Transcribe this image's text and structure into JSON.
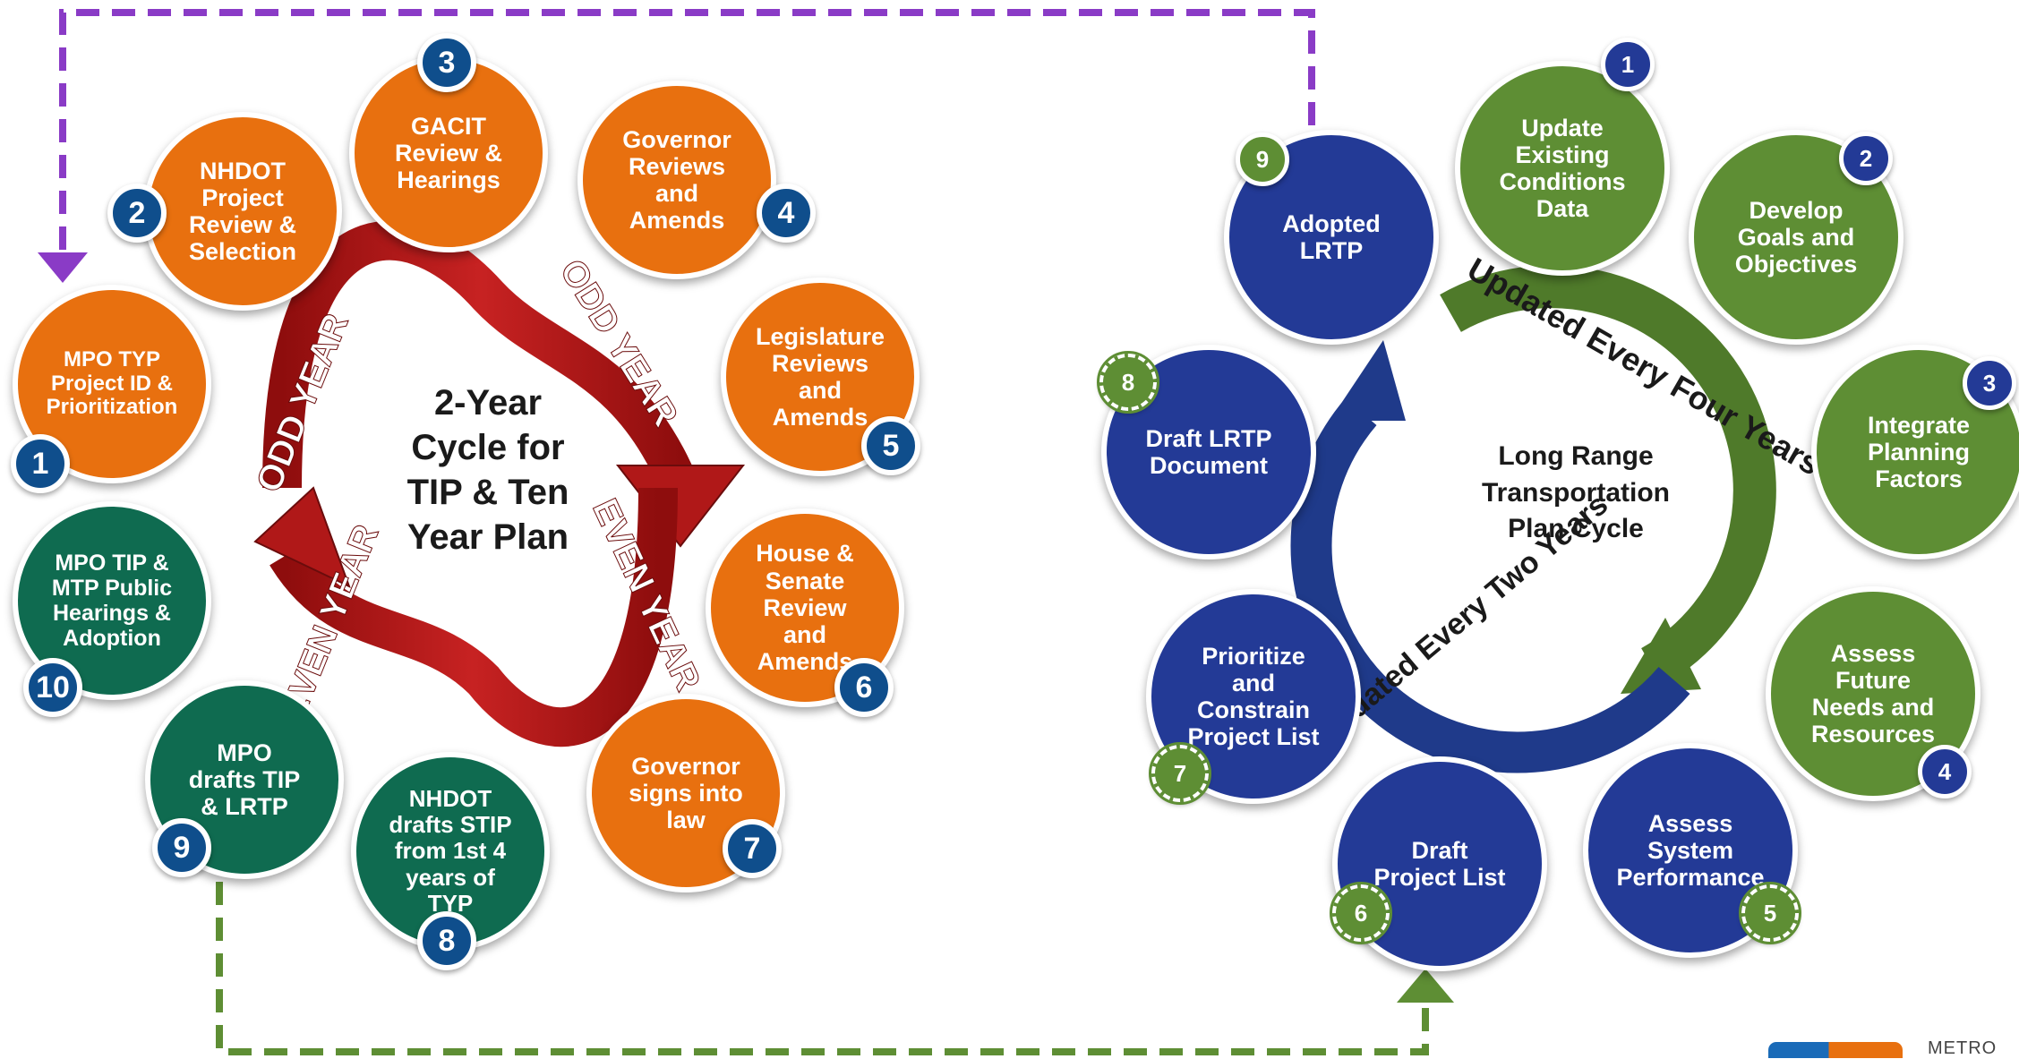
{
  "left_diagram": {
    "center_title": "2-Year\nCycle for\nTIP & Ten\nYear Plan",
    "arc_labels": {
      "odd_left": "ODD YEAR",
      "odd_right": "ODD YEAR",
      "even_left": "EVEN YEAR",
      "even_right": "EVEN YEAR"
    },
    "steps": [
      {
        "num": "1",
        "label": "MPO TYP\nProject ID &\nPrioritization"
      },
      {
        "num": "2",
        "label": "NHDOT\nProject\nReview &\nSelection"
      },
      {
        "num": "3",
        "label": "GACIT\nReview &\nHearings"
      },
      {
        "num": "4",
        "label": "Governor\nReviews\nand\nAmends"
      },
      {
        "num": "5",
        "label": "Legislature\nReviews\nand\nAmends"
      },
      {
        "num": "6",
        "label": "House &\nSenate\nReview\nand\nAmends"
      },
      {
        "num": "7",
        "label": "Governor\nsigns into\nlaw"
      },
      {
        "num": "8",
        "label": "NHDOT\ndrafts STIP\nfrom 1st 4\nyears of\nTYP"
      },
      {
        "num": "9",
        "label": "MPO\ndrafts TIP\n& LRTP"
      },
      {
        "num": "10",
        "label": "MPO TIP &\nMTP Public\nHearings &\nAdoption"
      }
    ]
  },
  "right_diagram": {
    "center_title": "Long Range\nTransportation\nPlan Cycle",
    "outer_arc_label": "Updated Every Four Years",
    "inner_arc_label": "Updated Every Two Years",
    "steps": [
      {
        "num": "1",
        "label": "Update\nExisting\nConditions\nData"
      },
      {
        "num": "2",
        "label": "Develop\nGoals and\nObjectives"
      },
      {
        "num": "3",
        "label": "Integrate\nPlanning\nFactors"
      },
      {
        "num": "4",
        "label": "Assess\nFuture\nNeeds and\nResources"
      },
      {
        "num": "5",
        "label": "Assess\nSystem\nPerformance"
      },
      {
        "num": "6",
        "label": "Draft\nProject List"
      },
      {
        "num": "7",
        "label": "Prioritize\nand\nConstrain\nProject List"
      },
      {
        "num": "8",
        "label": "Draft LRTP\nDocument"
      },
      {
        "num": "9",
        "label": "Adopted\nLRTP"
      }
    ]
  },
  "logo": {
    "text": "METRO"
  },
  "colors": {
    "orange": "#e8700f",
    "teal": "#0f6b50",
    "navy_badge": "#0f4e8c",
    "green": "#5e8e34",
    "blue": "#233a96",
    "red_arrow": "#b01818",
    "purple_dash": "#8a3bc6",
    "green_dash": "#5e8e34"
  }
}
